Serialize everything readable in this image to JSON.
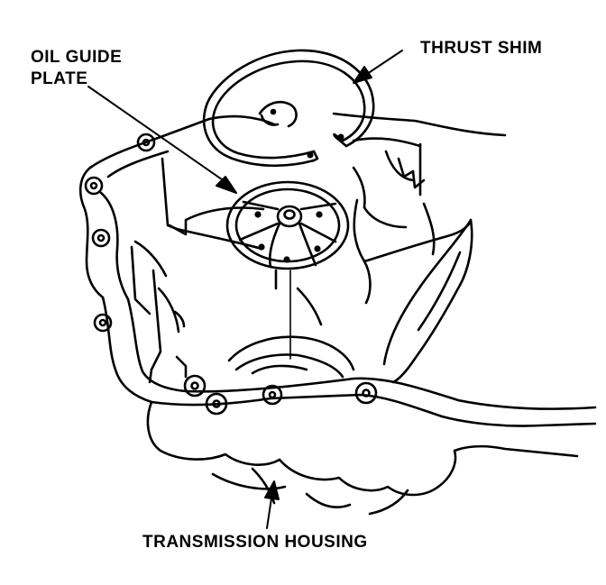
{
  "labels": {
    "oil_guide_plate": [
      "OIL GUIDE",
      "PLATE"
    ],
    "thrust_shim": "THRUST SHIM",
    "transmission_housing": "TRANSMISSION HOUSING"
  },
  "colors": {
    "ink": "#000000",
    "paper": "#ffffff"
  }
}
